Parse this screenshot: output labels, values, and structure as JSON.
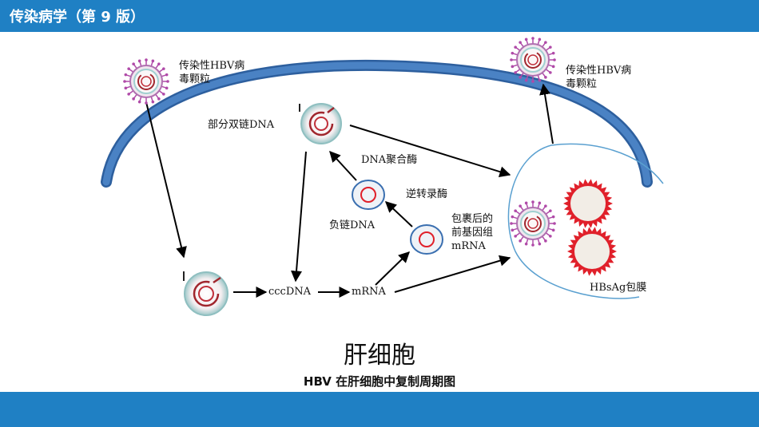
{
  "header": {
    "title": "传染病学（第 9 版）"
  },
  "diagram": {
    "virion_in_label_line1": "传染性HBV病",
    "virion_in_label_line2": "毒颗粒",
    "virion_out_label_line1": "传染性HBV病",
    "virion_out_label_line2": "毒颗粒",
    "partial_dsdna_label": "部分双链DNA",
    "dna_polymerase_label": "DNA聚合酶",
    "reverse_transcriptase_label": "逆转录酶",
    "negative_strand_label": "负链DNA",
    "pregenomic_line1": "包裹后的",
    "pregenomic_line2": "前基因组",
    "pregenomic_line3": "mRNA",
    "cccdna_label": "cccDNA",
    "mrna_label": "mRNA",
    "hbsag_label": "HBsAg包膜",
    "cell_label": "肝细胞"
  },
  "caption": "HBV 在肝细胞中复制周期图",
  "colors": {
    "bar": "#1f80c4",
    "membrane": "#3a6fb0",
    "spike": "#b04aa8",
    "red": "#e0202a"
  },
  "icons": {
    "virion": "virion-icon",
    "core": "core-particle-icon",
    "hbsag": "hbsag-sphere-icon"
  }
}
